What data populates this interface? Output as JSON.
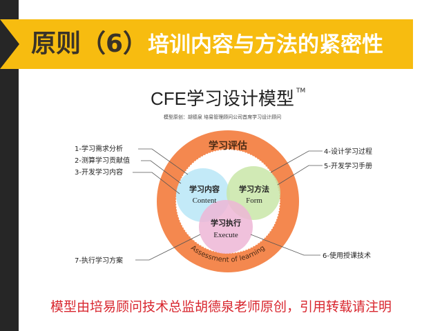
{
  "header": {
    "title_prefix": "原则（6）",
    "title_main": "培训内容与方法的紧密性"
  },
  "model": {
    "title": "CFE学习设计模型",
    "tm": "TM",
    "subtitle": "模型原创：胡德泉 培易管理顾问公司首席学习设计顾问",
    "ring_top": "学习评估",
    "ring_bottom": "Assessment of learning",
    "circles": [
      {
        "cn": "学习内容",
        "en": "Content"
      },
      {
        "cn": "学习方法",
        "en": "Form"
      },
      {
        "cn": "学习执行",
        "en": "Execute"
      }
    ],
    "labels_left": [
      "1-学习需求分析",
      "2-测算学习贡献值",
      "3-开发学习内容",
      "7-执行学习方案"
    ],
    "labels_right": [
      "4-设计学习过程",
      "5-开发学习手册",
      "6-使用授课技术"
    ]
  },
  "colors": {
    "ring": "#F4884F",
    "content": "#BDE8F7",
    "form": "#C9E6A8",
    "execute": "#EDB6D6",
    "banner": "#F7BC10"
  },
  "footer": {
    "credit": "模型由培易顾问技术总监胡德泉老师原创，引用转载请注明"
  }
}
